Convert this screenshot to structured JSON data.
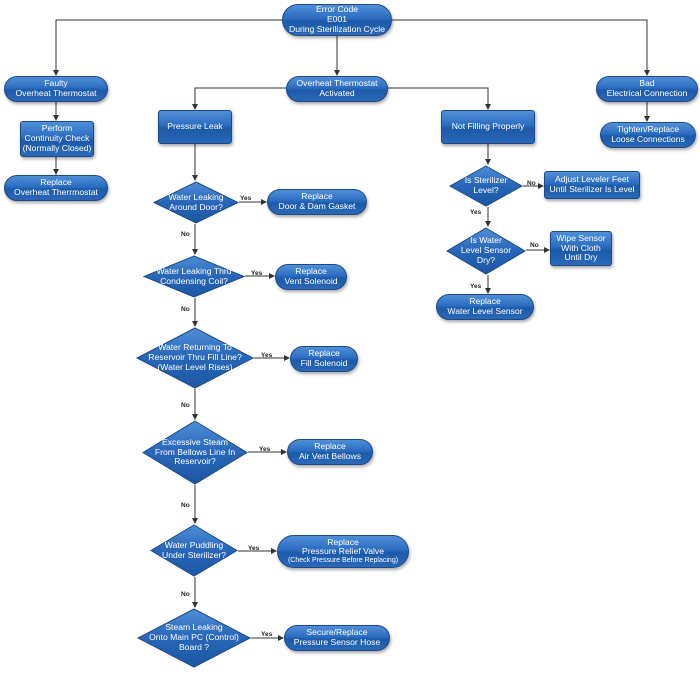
{
  "nodes": {
    "error_code": {
      "lines": [
        "Error Code",
        "E001",
        "During Sterilization Cycle"
      ]
    },
    "faulty_thermostat": {
      "lines": [
        "Faulty",
        "Overheat Thermostat"
      ]
    },
    "overheat_activated": {
      "lines": [
        "Overheat Thermostat",
        "Activated"
      ]
    },
    "bad_electrical": {
      "lines": [
        "Bad",
        "Electrical Connection"
      ]
    },
    "perform_continuity": {
      "lines": [
        "Perform",
        "Continuity Check",
        "(Normally Closed)"
      ]
    },
    "tighten_connections": {
      "lines": [
        "Tighten/Replace",
        "Loose Connections"
      ]
    },
    "replace_thermostat": {
      "lines": [
        "Replace",
        "Overheat Therrmostat"
      ]
    },
    "pressure_leak": {
      "lines": [
        "Pressure Leak"
      ]
    },
    "not_filling": {
      "lines": [
        "Not Filling Properly"
      ]
    },
    "q_door": {
      "lines": [
        "Water Leaking",
        "Around Door?"
      ]
    },
    "r_door": {
      "lines": [
        "Replace",
        "Door & Dam Gasket"
      ]
    },
    "q_coil": {
      "lines": [
        "Water Leaking Thru",
        "Condensing Coil?"
      ]
    },
    "r_vent": {
      "lines": [
        "Replace",
        "Vent Solenoid"
      ]
    },
    "q_fill": {
      "lines": [
        "Water Returning To",
        "Reservoir Thru Fill Line?",
        "(Water Level Rises)"
      ]
    },
    "r_fill": {
      "lines": [
        "Replace",
        "Fill Solenoid"
      ]
    },
    "q_steam": {
      "lines": [
        "Excessive Steam",
        "From Bellows Line In",
        "Reservoir?"
      ]
    },
    "r_bellows": {
      "lines": [
        "Replace",
        "Air Vent Bellows"
      ]
    },
    "q_puddle": {
      "lines": [
        "Water Puddling",
        "Under Sterilizer?"
      ]
    },
    "r_relief": {
      "lines": [
        "Replace",
        "Pressure Relief Valve"
      ],
      "note": "(Check Pressure Before Replacing)"
    },
    "q_pc": {
      "lines": [
        "Steam Leaking",
        "Onto Main PC (Control)",
        "Board ?"
      ]
    },
    "r_hose": {
      "lines": [
        "Secure/Replace",
        "Pressure Sensor Hose"
      ]
    },
    "q_level": {
      "lines": [
        "Is Sterilizer",
        "Level?"
      ]
    },
    "r_feet": {
      "lines": [
        "Adjust Leveler Feet",
        "Until Sterilizer Is Level"
      ]
    },
    "q_sensor": {
      "lines": [
        "Is Water",
        "Level Sensor",
        "Dry?"
      ]
    },
    "r_wipe": {
      "lines": [
        "Wipe Sensor",
        "With Cloth",
        "Until Dry"
      ]
    },
    "r_sensor": {
      "lines": [
        "Replace",
        "Water Level Sensor"
      ]
    }
  },
  "edge_labels": {
    "yes": "Yes",
    "no": "No"
  },
  "colors": {
    "node_fill": "#2b6cc0",
    "node_border": "#1d4a86",
    "connector": "#333333"
  }
}
